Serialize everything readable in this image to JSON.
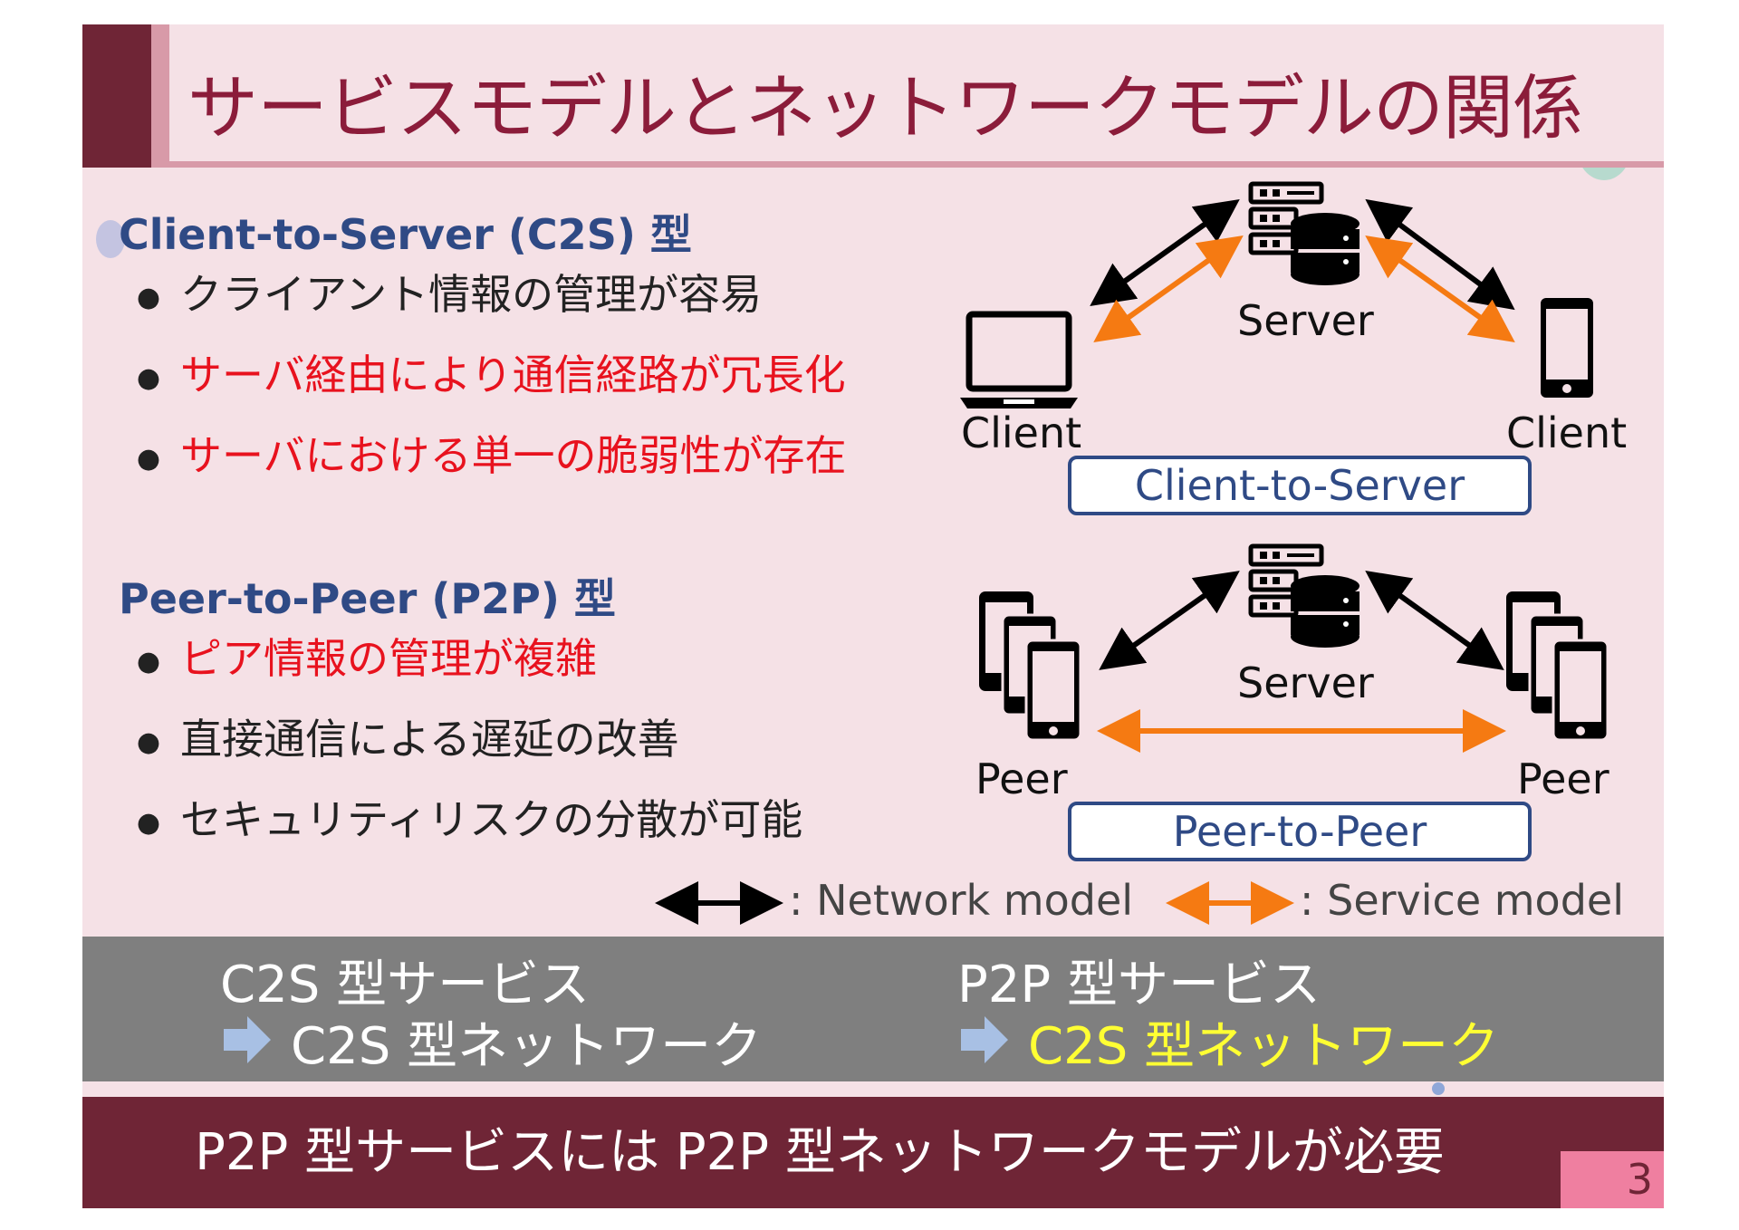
{
  "title": "サービスモデルとネットワークモデルの関係",
  "c2s": {
    "heading": "Client-to-Server (C2S) 型",
    "bullets": [
      {
        "text": "クライアント情報の管理が容易",
        "color": "#222222"
      },
      {
        "text": "サーバ経由により通信経路が冗長化",
        "color": "#e8121e"
      },
      {
        "text": "サーバにおける単一の脆弱性が存在",
        "color": "#e8121e"
      }
    ]
  },
  "p2p": {
    "heading": "Peer-to-Peer (P2P) 型",
    "bullets": [
      {
        "text": "ピア情報の管理が複雑",
        "color": "#e8121e"
      },
      {
        "text": "直接通信による遅延の改善",
        "color": "#222222"
      },
      {
        "text": "セキュリティリスクの分散が可能",
        "color": "#222222"
      }
    ]
  },
  "diagram_top": {
    "server_label": "Server",
    "client_left_label": "Client",
    "client_right_label": "Client",
    "model_label": "Client-to-Server",
    "icons": [
      "server-icon",
      "laptop-icon",
      "smartphone-icon"
    ]
  },
  "diagram_bottom": {
    "server_label": "Server",
    "peer_left_label": "Peer",
    "peer_right_label": "Peer",
    "model_label": "Peer-to-Peer",
    "icons": [
      "server-icon",
      "phones-stack-icon"
    ]
  },
  "legend": {
    "network": ": Network model",
    "service": ": Service model",
    "network_color": "#000000",
    "service_color": "#f57a12"
  },
  "summary": {
    "left_line1": "C2S 型サービス",
    "left_line2": "C2S 型ネットワーク",
    "right_line1": "P2P 型サービス",
    "right_line2": "C2S 型ネットワーク",
    "right_line2_color": "#ffff33",
    "arrow_icon": "right-arrow-icon"
  },
  "conclusion": "P2P 型サービスには P2P 型ネットワークモデルが必要",
  "page_number": "3",
  "colors": {
    "title": "#8b1c3a",
    "heading": "#2f4a85",
    "dark_band": "#6f2536",
    "slide_bg": "#f5e1e6",
    "gray_band": "#7f7f7f"
  }
}
